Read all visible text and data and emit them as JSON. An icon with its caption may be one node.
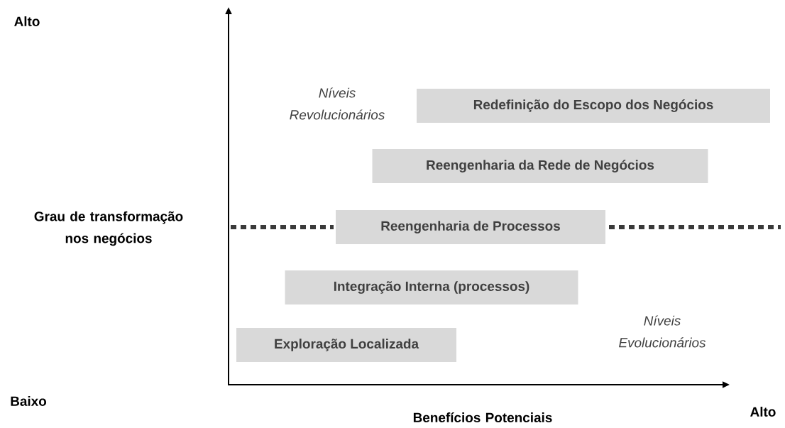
{
  "diagram": {
    "nodes": [
      {
        "text": [
          "Redefinição do Escopo dos Negócios"
        ]
      },
      {
        "text": [
          "Reengenharia da Rede de Negócios"
        ]
      },
      {
        "text": [
          "Reengenharia de Processos"
        ]
      },
      {
        "text": [
          "Integração Interna (processos)"
        ]
      },
      {
        "text": [
          "Exploração Localizada"
        ]
      }
    ],
    "labels": [
      "Alto",
      "Níveis Revolucionários",
      "Grau de transformação nos negócios",
      "Níveis Evolucionários",
      "Baixo",
      "Alto",
      "Benefícios Potenciais"
    ]
  }
}
